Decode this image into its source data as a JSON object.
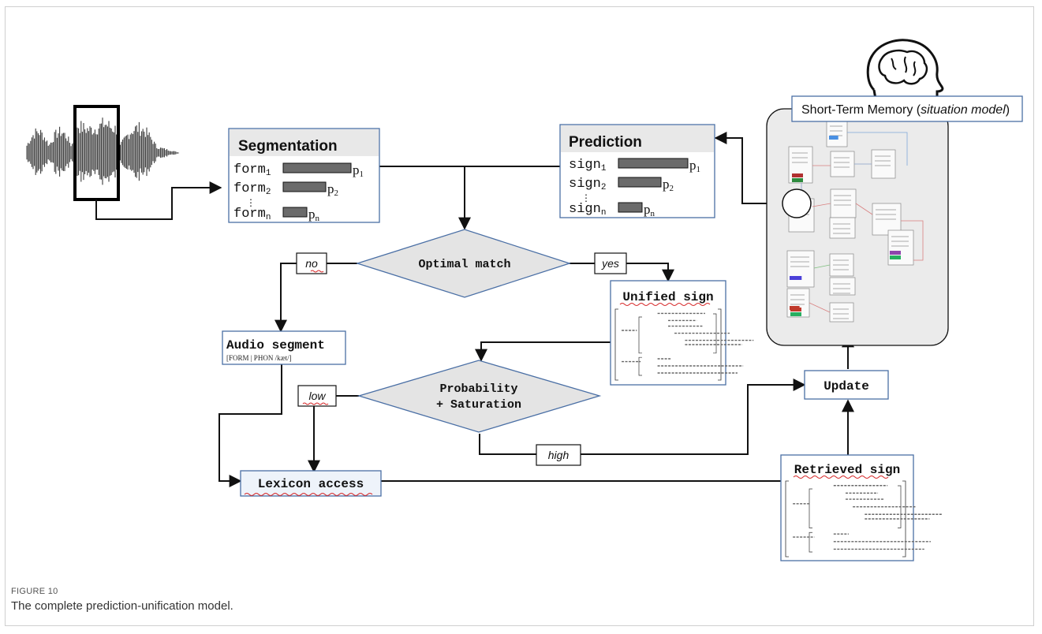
{
  "segmentation": {
    "title": "Segmentation",
    "rows": [
      {
        "label": "form",
        "sub": "1",
        "p": "p",
        "psub": "1"
      },
      {
        "label": "form",
        "sub": "2",
        "p": "p",
        "psub": "2"
      },
      {
        "label": "form",
        "sub": "n",
        "p": "p",
        "psub": "n"
      }
    ],
    "ellipsis": "⋮"
  },
  "prediction": {
    "title": "Prediction",
    "rows": [
      {
        "label": "sign",
        "sub": "1",
        "p": "p",
        "psub": "1"
      },
      {
        "label": "sign",
        "sub": "2",
        "p": "p",
        "psub": "2"
      },
      {
        "label": "sign",
        "sub": "n",
        "p": "p",
        "psub": "n"
      }
    ],
    "ellipsis": "⋮"
  },
  "memory": {
    "title_prefix": "Short-Term Memory (",
    "title_italic": "situation model",
    "title_suffix": ")"
  },
  "decisions": {
    "optimal_match": "Optimal match",
    "probability_line1": "Probability",
    "probability_line2": "+ Saturation"
  },
  "edge_labels": {
    "no": "no",
    "yes": "yes",
    "low": "low",
    "high": "high"
  },
  "nodes": {
    "unified_sign": "Unified sign",
    "audio_segment": "Audio segment",
    "audio_avm": "[FORM | PHON /kæt/]",
    "lexicon_access": "Lexicon access",
    "update": "Update",
    "retrieved_sign": "Retrieved sign"
  },
  "caption": {
    "label": "FIGURE 10",
    "text": "The complete prediction-unification model."
  },
  "colors": {
    "box_border": "#4a6fa5",
    "title_bg": "#e8e8e8",
    "diamond_fill": "#e4e4e4",
    "bar_fill": "#6b6b6b",
    "memory_bg": "#ebebeb",
    "waveform": "#3a3a3a"
  }
}
